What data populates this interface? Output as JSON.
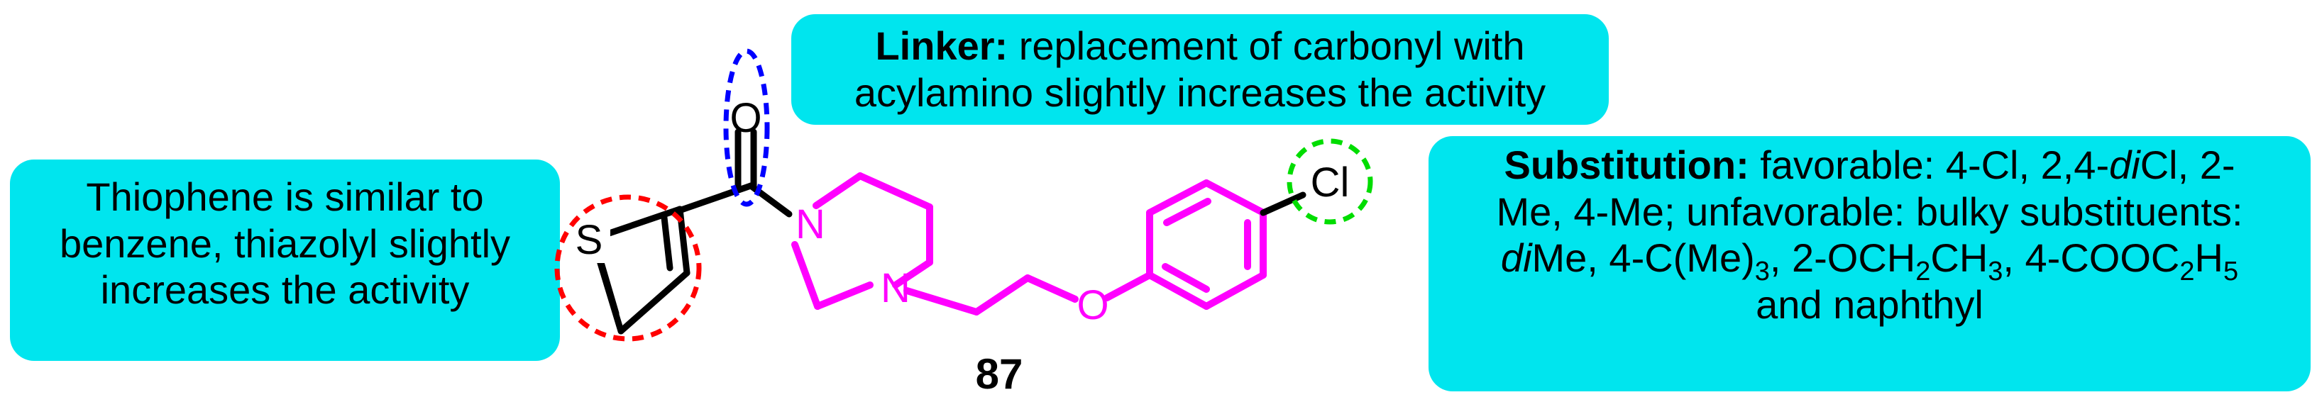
{
  "callouts": {
    "left": {
      "lines": [
        "Thiophene is similar to",
        "benzene,  thiazolyl slightly",
        "increases the activity"
      ]
    },
    "top": {
      "heading": "Linker:",
      "line1_rest": " replacement of carbonyl with",
      "line2": "acylamino slightly increases the activity"
    },
    "right": {
      "heading": "Substitution:",
      "line1_rest": " favorable: 4-Cl, 2,4-",
      "line1_italic": "di",
      "line1_end": "Cl, 2-",
      "line2": "Me, 4-Me; unfavorable:  bulky substituents:",
      "line3_italic": "di",
      "line3_a": "Me,  4-C(Me)",
      "line3_sub_a": "3",
      "line3_b": ", 2-OCH",
      "line3_sub_b": "2",
      "line3_c": "CH",
      "line3_sub_c": "3",
      "line3_d": ", 4-COOC",
      "line3_sub_d": "2",
      "line3_e": "H",
      "line3_sub_e": "5",
      "line4": "and naphthyl"
    }
  },
  "molecule": {
    "compound_number": "87",
    "atoms": {
      "sulfur": "S",
      "oxygen_carbonyl": "O",
      "nitrogen_amide": "N",
      "nitrogen_amine": "N",
      "oxygen_ether": "O",
      "chlorine": "Cl"
    }
  },
  "colors": {
    "callout_bg": "#00e5ee",
    "scaffold": "#ff00ff",
    "thiophene_highlight": "#ff0000",
    "carbonyl_highlight": "#0000ff",
    "chlorine_highlight": "#00dd00"
  }
}
